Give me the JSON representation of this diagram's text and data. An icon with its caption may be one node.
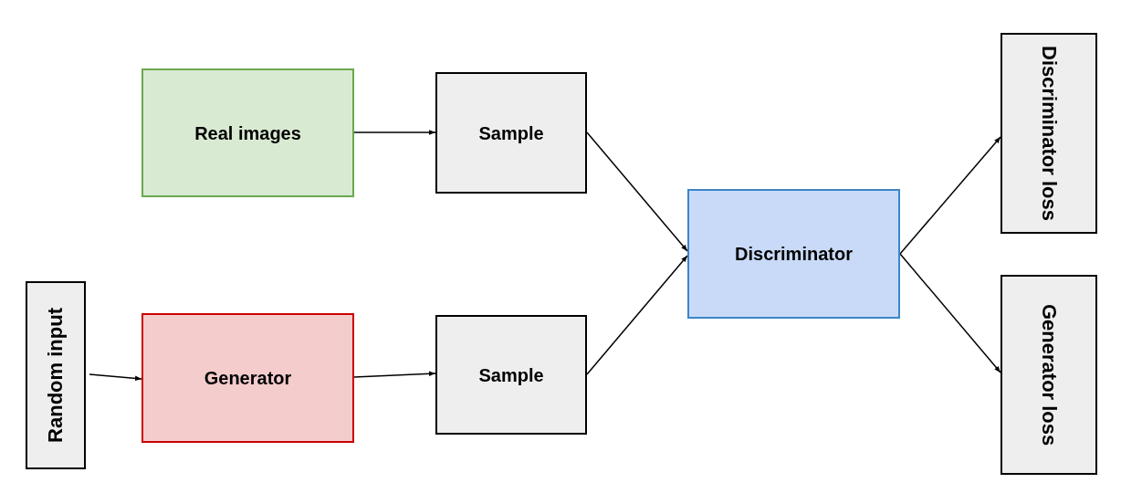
{
  "diagram": {
    "nodes": [
      {
        "text": [
          "Real images"
        ]
      },
      {
        "text": [
          "Sample"
        ]
      },
      {
        "text": [
          "Random input"
        ]
      },
      {
        "text": [
          "Generator"
        ]
      },
      {
        "text": [
          "Sample"
        ]
      },
      {
        "text": [
          "Discriminator"
        ]
      },
      {
        "text": [
          "Discriminator loss"
        ]
      },
      {
        "text": [
          "Generator loss"
        ]
      }
    ],
    "edges": [
      {
        "from": 0,
        "to": 1,
        "arrow": "to"
      },
      {
        "from": 2,
        "to": 3,
        "arrow": "to"
      },
      {
        "from": 3,
        "to": 4,
        "arrow": "to"
      },
      {
        "from": 1,
        "to": 5,
        "arrow": "to"
      },
      {
        "from": 4,
        "to": 5,
        "arrow": "to"
      },
      {
        "from": 5,
        "to": 6,
        "arrow": "to"
      },
      {
        "from": 5,
        "to": 7,
        "arrow": "to"
      }
    ]
  }
}
